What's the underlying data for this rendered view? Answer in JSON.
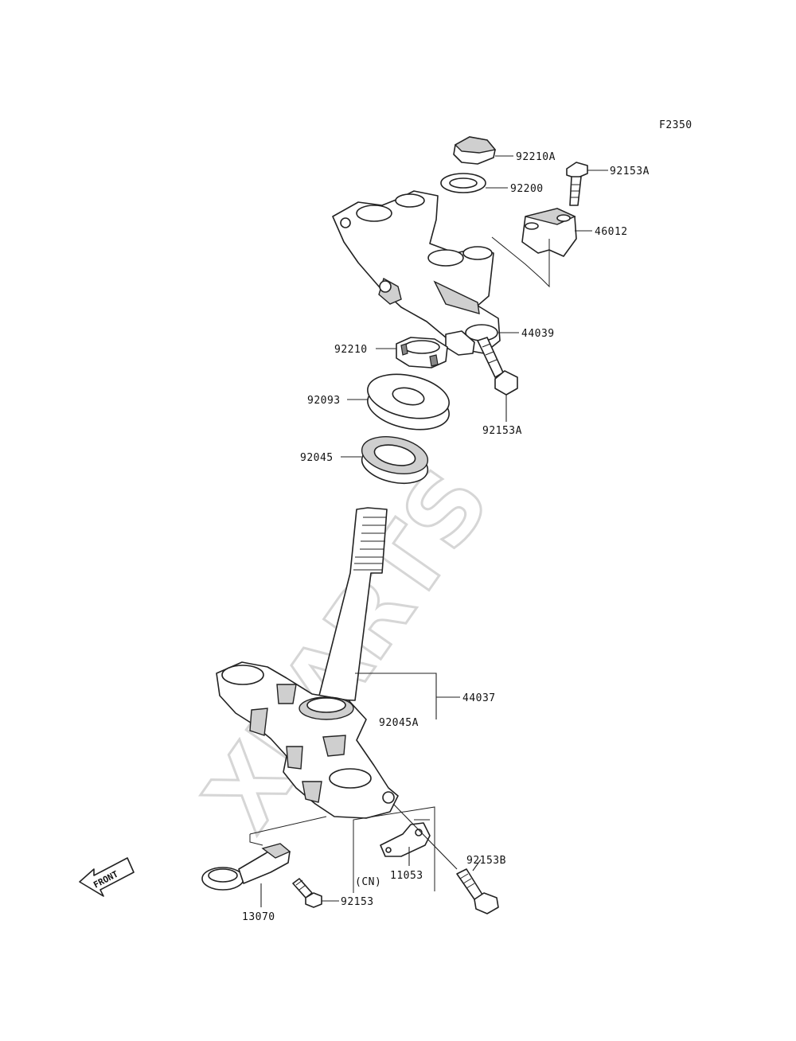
{
  "figure_code": "F2350",
  "watermark": "XPARTS",
  "front_arrow_label": "FRONT",
  "part_labels": {
    "p92210A": "92210A",
    "p92153A_top": "92153A",
    "p92200": "92200",
    "p46012": "46012",
    "p44039": "44039",
    "p92210": "92210",
    "p92153A_mid": "92153A",
    "p92093": "92093",
    "p92045": "92045",
    "p44037": "44037",
    "p92045A": "92045A",
    "p92153B": "92153B",
    "p11053": "11053",
    "pCN": "(CN)",
    "p92153": "92153",
    "p13070": "13070"
  }
}
